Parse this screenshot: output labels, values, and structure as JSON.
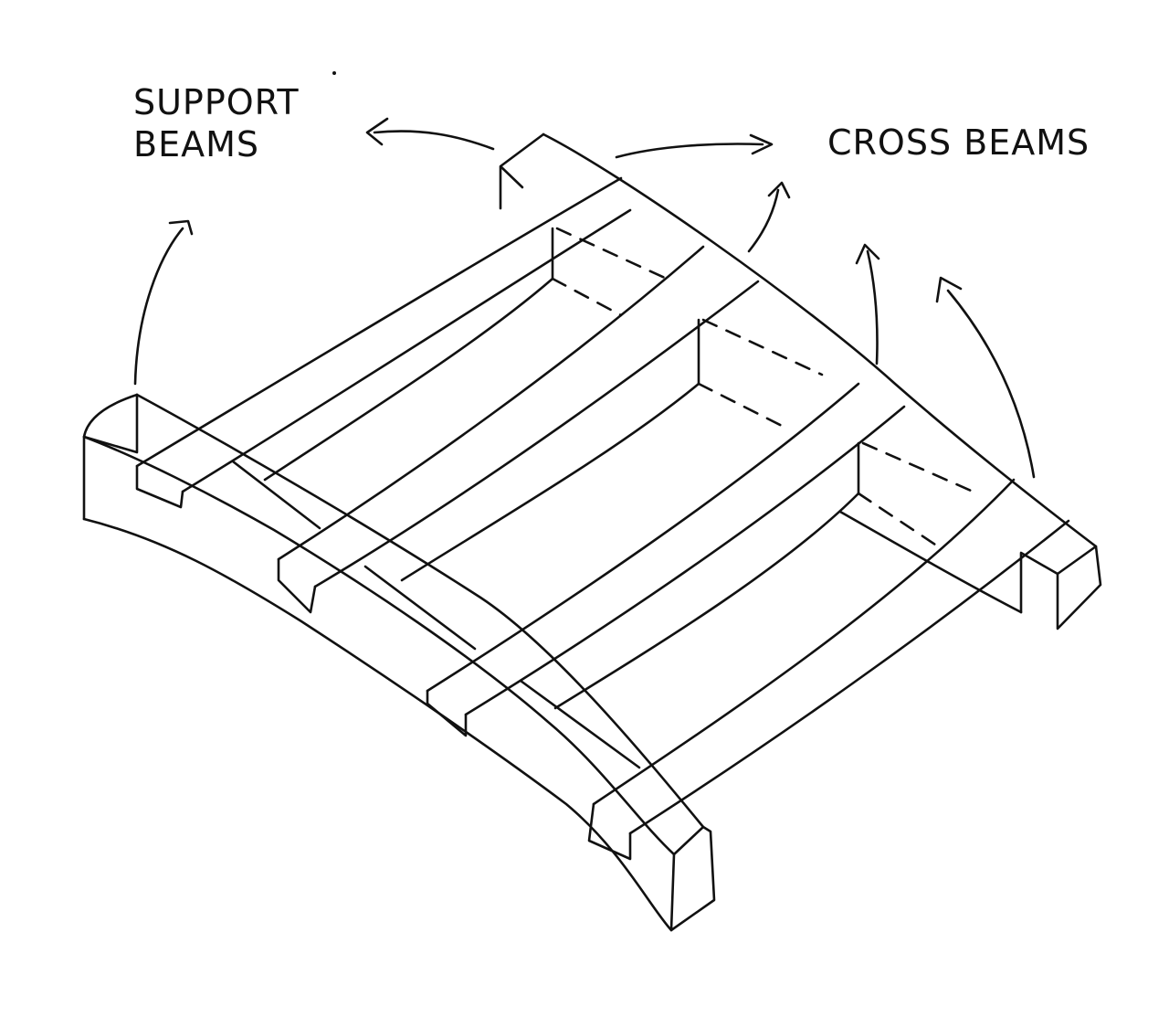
{
  "labels": {
    "support_line1": "SUPPORT",
    "support_line2": "BEAMS",
    "cross": "CROSS BEAMS"
  },
  "colors": {
    "ink": "#111111",
    "paper": "#ffffff"
  }
}
